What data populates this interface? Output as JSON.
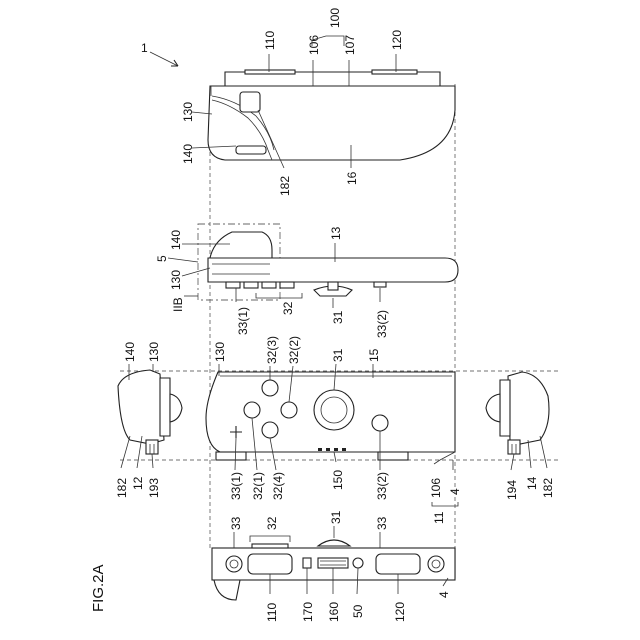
{
  "figure": {
    "title": "FIG.2A",
    "ref_main": "1"
  },
  "top_view": {
    "labels": [
      "110",
      "106",
      "100",
      "107",
      "120",
      "130",
      "140",
      "182",
      "16"
    ]
  },
  "side_view": {
    "labels": [
      "13",
      "140",
      "5",
      "130",
      "IIB",
      "33(1)",
      "32",
      "31",
      "33(2)"
    ]
  },
  "front_view": {
    "labels": [
      "130",
      "32(3)",
      "32(2)",
      "31",
      "15",
      "32(1)",
      "32(4)",
      "150",
      "33(1)",
      "33(2)",
      "106",
      "4",
      "11"
    ]
  },
  "left_view": {
    "labels": [
      "140",
      "130",
      "182",
      "12",
      "193"
    ]
  },
  "right_view": {
    "labels": [
      "194",
      "14",
      "182"
    ]
  },
  "bottom_view": {
    "labels": [
      "33",
      "32",
      "31",
      "33",
      "110",
      "170",
      "160",
      "50",
      "120",
      "4"
    ]
  }
}
